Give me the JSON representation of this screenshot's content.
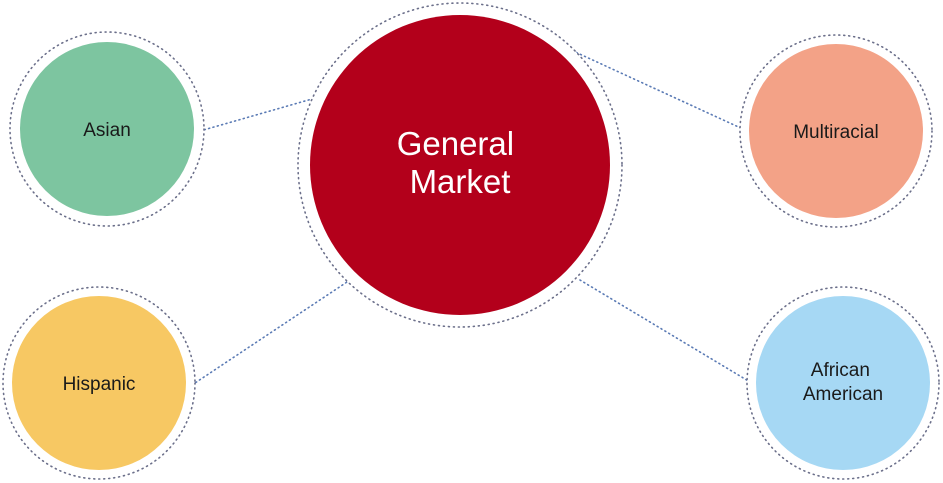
{
  "diagram": {
    "center": {
      "lines": [
        "General",
        "Market"
      ],
      "color": "#B3001B"
    },
    "nodes": [
      {
        "id": "asian",
        "lines": [
          "Asian"
        ],
        "color": "#7DC5A0"
      },
      {
        "id": "hispanic",
        "lines": [
          "Hispanic"
        ],
        "color": "#F7C863"
      },
      {
        "id": "multiracial",
        "lines": [
          "Multiracial"
        ],
        "color": "#F3A287"
      },
      {
        "id": "african-american",
        "lines": [
          "African",
          "American"
        ],
        "color": "#A6D8F4"
      }
    ]
  }
}
